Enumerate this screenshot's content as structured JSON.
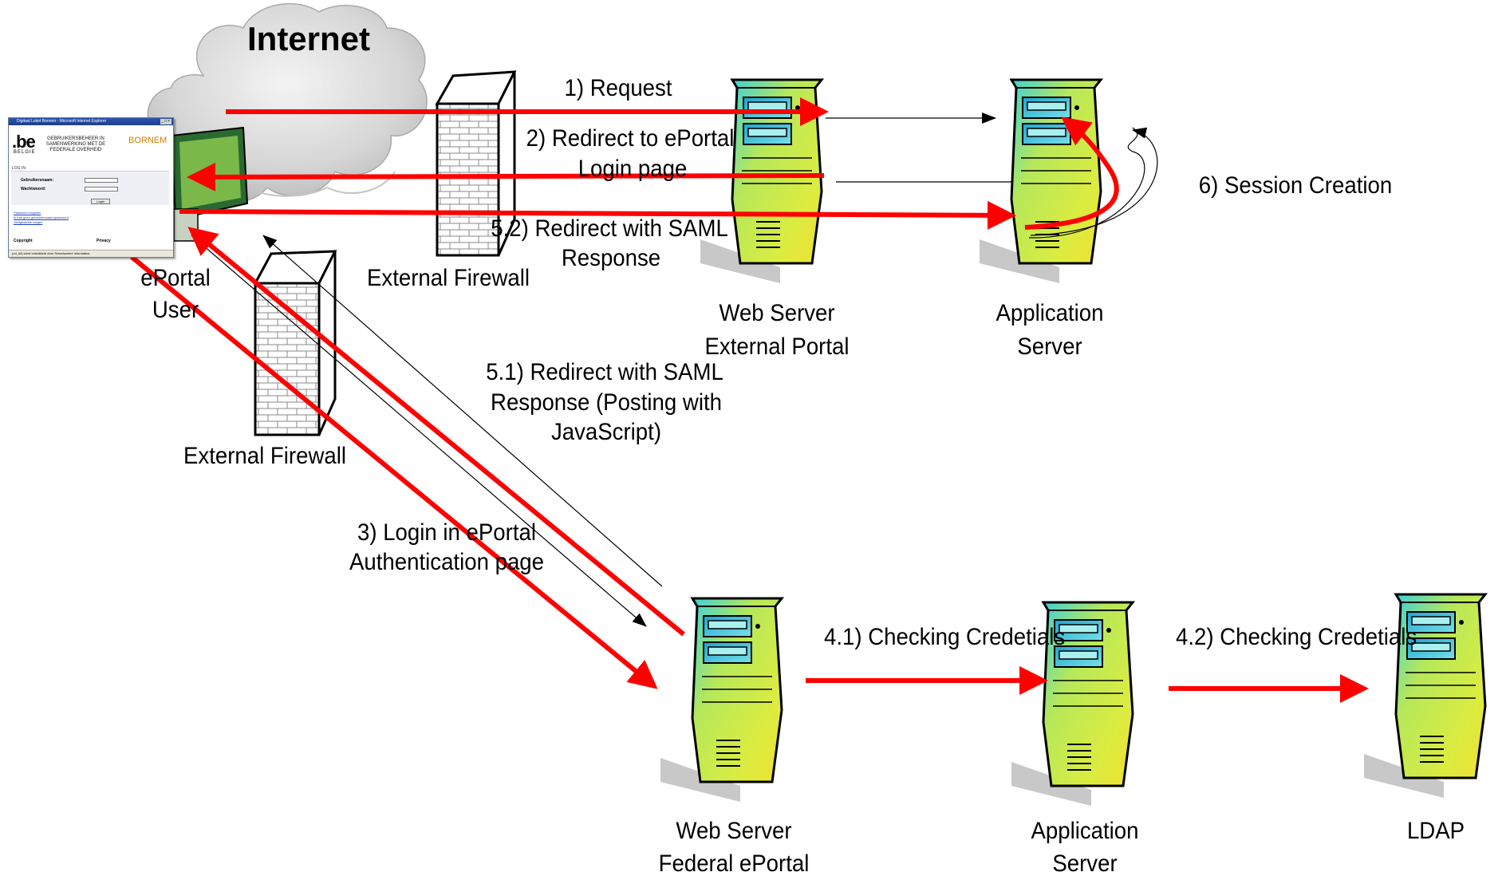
{
  "title": "Internet",
  "labels": {
    "eportal_user_1": "ePortal",
    "eportal_user_2": "User",
    "external_firewall_top": "External Firewall",
    "external_firewall_bottom": "External Firewall",
    "web_server_external_1": "Web Server",
    "web_server_external_2": "External Portal",
    "app_server_top_1": "Application",
    "app_server_top_2": "Server",
    "web_server_federal_1": "Web Server",
    "web_server_federal_2": "Federal ePortal",
    "app_server_bottom_1": "Application",
    "app_server_bottom_2": "Server",
    "ldap": "LDAP"
  },
  "steps": {
    "s1": "1) Request",
    "s2_line1": "2) Redirect to ePortal",
    "s2_line2": "Login page",
    "s3_line1": "3) Login in ePortal",
    "s3_line2": "Authentication page",
    "s41": "4.1) Checking Credetials",
    "s42": "4.2) Checking Credetials",
    "s51_line1": "5.1) Redirect with SAML",
    "s51_line2": "Response (Posting with",
    "s51_line3": "JavaScript)",
    "s52_line1": "5.2) Redirect with SAML",
    "s52_line2": "Response",
    "s6": "6) Session Creation"
  },
  "login_window": {
    "titlebar": "Digitaal Loket Bornem - Microsoft Internet Explorer",
    "brand": ".be",
    "country": "BELGIE",
    "header": "GEBRUIKERSBEHEER IN SAMENWERKING MET DE FEDERALE OVERHEID",
    "logo": "BORNEM",
    "section": "LOG IN",
    "field_user": "Gebruikersnaam:",
    "field_pass": "Wachtwoord:",
    "button": "Login",
    "link1": "Password vergeten",
    "link2": "Ik heb geen gebruikersnaam/password",
    "link3": "Veelgestelde vragen",
    "footer_left": "Copyright",
    "footer_right": "Privacy",
    "status": "(cd_d4) werd ontwikkeld door Schaduweed Informatica"
  },
  "colors": {
    "flow_arrow": "#ff0000",
    "thin_arrow": "#000000",
    "server_body": "#c8e840",
    "server_panel": "#48d0d8",
    "cloud": "#d9d9d9"
  }
}
